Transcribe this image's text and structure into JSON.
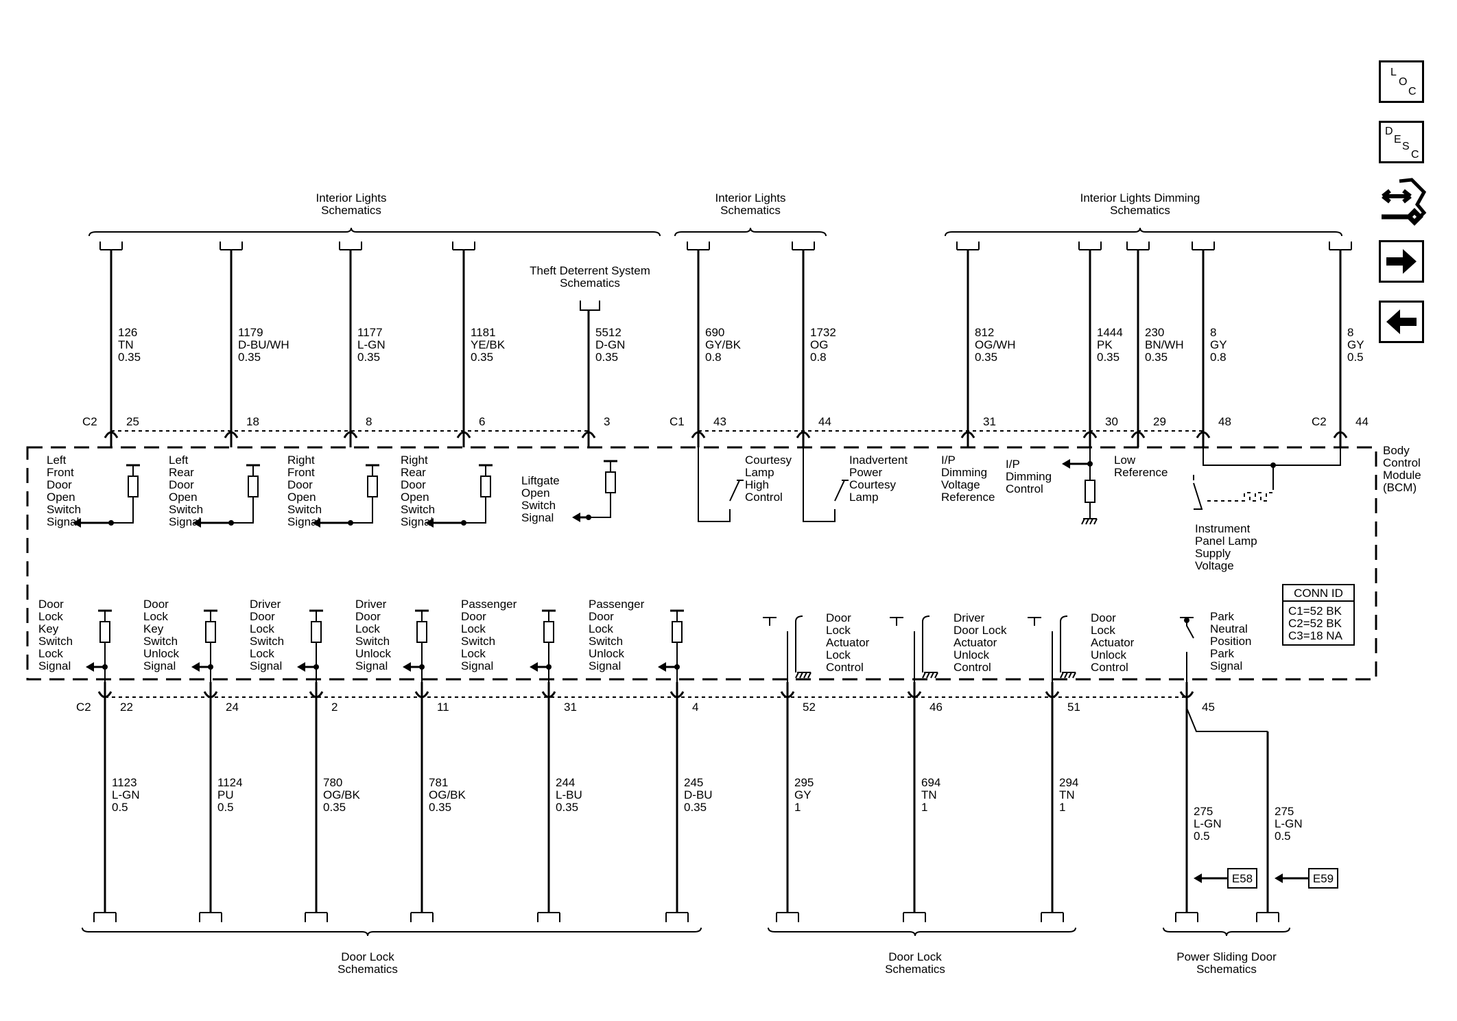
{
  "nav": {
    "loc": [
      "L",
      "O",
      "C"
    ],
    "desc": [
      "D",
      "E",
      "S",
      "C"
    ]
  },
  "top_groups": [
    {
      "id": "tg1",
      "label": [
        "Interior Lights",
        "Schematics"
      ]
    },
    {
      "id": "tg2",
      "label": [
        "Interior Lights",
        "Schematics"
      ]
    },
    {
      "id": "tg3",
      "label": [
        "Interior Lights Dimming",
        "Schematics"
      ]
    },
    {
      "id": "tg4",
      "label": [
        "Theft Deterrent System",
        "Schematics"
      ]
    }
  ],
  "bottom_groups": [
    {
      "id": "bg1",
      "label": [
        "Door Lock",
        "Schematics"
      ]
    },
    {
      "id": "bg2",
      "label": [
        "Door Lock",
        "Schematics"
      ]
    },
    {
      "id": "bg3",
      "label": [
        "Power Sliding Door",
        "Schematics"
      ]
    }
  ],
  "top_wires": [
    {
      "circuit": "126",
      "color": "TN",
      "gauge": "0.35",
      "pin": "25",
      "connector": "C2",
      "func": [
        "Left",
        "Front",
        "Door",
        "Open",
        "Switch",
        "Signal"
      ]
    },
    {
      "circuit": "1179",
      "color": "D-BU/WH",
      "gauge": "0.35",
      "pin": "18",
      "connector": "",
      "func": [
        "Left",
        "Rear",
        "Door",
        "Open",
        "Switch",
        "Signal"
      ]
    },
    {
      "circuit": "1177",
      "color": "L-GN",
      "gauge": "0.35",
      "pin": "8",
      "connector": "",
      "func": [
        "Right",
        "Front",
        "Door",
        "Open",
        "Switch",
        "Signal"
      ]
    },
    {
      "circuit": "1181",
      "color": "YE/BK",
      "gauge": "0.35",
      "pin": "6",
      "connector": "",
      "func": [
        "Right",
        "Rear",
        "Door",
        "Open",
        "Switch",
        "Signal"
      ]
    },
    {
      "circuit": "5512",
      "color": "D-GN",
      "gauge": "0.35",
      "pin": "3",
      "connector": "",
      "func": [
        "Liftgate",
        "Open",
        "Switch",
        "Signal"
      ]
    },
    {
      "circuit": "690",
      "color": "GY/BK",
      "gauge": "0.8",
      "pin": "43",
      "connector": "C1",
      "func": [
        "Courtesy",
        "Lamp",
        "High",
        "Control"
      ]
    },
    {
      "circuit": "1732",
      "color": "OG",
      "gauge": "0.8",
      "pin": "44",
      "connector": "",
      "func": [
        "Inadvertent",
        "Power",
        "Courtesy",
        "Lamp"
      ]
    },
    {
      "circuit": "812",
      "color": "OG/WH",
      "gauge": "0.35",
      "pin": "31",
      "connector": "",
      "func": [
        "I/P",
        "Dimming",
        "Voltage",
        "Reference"
      ]
    },
    {
      "circuit": "1444",
      "color": "PK",
      "gauge": "0.35",
      "pin": "30",
      "connector": "",
      "func": [
        "I/P",
        "Dimming",
        "Control"
      ]
    },
    {
      "circuit": "230",
      "color": "BN/WH",
      "gauge": "0.35",
      "pin": "29",
      "connector": "",
      "func": [
        "Low",
        "Reference"
      ]
    },
    {
      "circuit": "8",
      "color": "GY",
      "gauge": "0.8",
      "pin": "48",
      "connector": "",
      "func": [
        "Instrument",
        "Panel Lamp",
        "Supply",
        "Voltage"
      ]
    },
    {
      "circuit": "8",
      "color": "GY",
      "gauge": "0.5",
      "pin": "44",
      "connector": "C2",
      "func": []
    }
  ],
  "bottom_wires": [
    {
      "circuit": "1123",
      "color": "L-GN",
      "gauge": "0.5",
      "pin": "22",
      "connector": "C2",
      "func": [
        "Door",
        "Lock",
        "Key",
        "Switch",
        "Lock",
        "Signal"
      ]
    },
    {
      "circuit": "1124",
      "color": "PU",
      "gauge": "0.5",
      "pin": "24",
      "connector": "",
      "func": [
        "Door",
        "Lock",
        "Key",
        "Switch",
        "Unlock",
        "Signal"
      ]
    },
    {
      "circuit": "780",
      "color": "OG/BK",
      "gauge": "0.35",
      "pin": "2",
      "connector": "",
      "func": [
        "Driver",
        "Door",
        "Lock",
        "Switch",
        "Lock",
        "Signal"
      ]
    },
    {
      "circuit": "781",
      "color": "OG/BK",
      "gauge": "0.35",
      "pin": "11",
      "connector": "",
      "func": [
        "Driver",
        "Door",
        "Lock",
        "Switch",
        "Unlock",
        "Signal"
      ]
    },
    {
      "circuit": "244",
      "color": "L-BU",
      "gauge": "0.35",
      "pin": "31",
      "connector": "",
      "func": [
        "Passenger",
        "Door",
        "Lock",
        "Switch",
        "Lock",
        "Signal"
      ]
    },
    {
      "circuit": "245",
      "color": "D-BU",
      "gauge": "0.35",
      "pin": "4",
      "connector": "",
      "func": [
        "Passenger",
        "Door",
        "Lock",
        "Switch",
        "Unlock",
        "Signal"
      ]
    },
    {
      "circuit": "295",
      "color": "GY",
      "gauge": "1",
      "pin": "52",
      "connector": "",
      "func": [
        "Door",
        "Lock",
        "Actuator",
        "Lock",
        "Control"
      ]
    },
    {
      "circuit": "694",
      "color": "TN",
      "gauge": "1",
      "pin": "46",
      "connector": "",
      "func": [
        "Driver",
        "Door Lock",
        "Actuator",
        "Unlock",
        "Control"
      ]
    },
    {
      "circuit": "294",
      "color": "TN",
      "gauge": "1",
      "pin": "51",
      "connector": "",
      "func": [
        "Door",
        "Lock",
        "Actuator",
        "Unlock",
        "Control"
      ]
    },
    {
      "circuit": "275",
      "color": "L-GN",
      "gauge": "0.5",
      "pin": "45",
      "connector": "",
      "func": [
        "Park",
        "Neutral",
        "Position",
        "Park",
        "Signal"
      ]
    },
    {
      "circuit": "275",
      "color": "L-GN",
      "gauge": "0.5",
      "pin": "",
      "connector": "",
      "func": []
    }
  ],
  "module": {
    "label": [
      "Body",
      "Control",
      "Module",
      "(BCM)"
    ]
  },
  "conn_id": {
    "title": "CONN ID",
    "rows": [
      "C1=52 BK",
      "C2=52 BK",
      "C3=18 NA"
    ]
  },
  "refs": [
    {
      "label": "E58"
    },
    {
      "label": "E59"
    }
  ]
}
